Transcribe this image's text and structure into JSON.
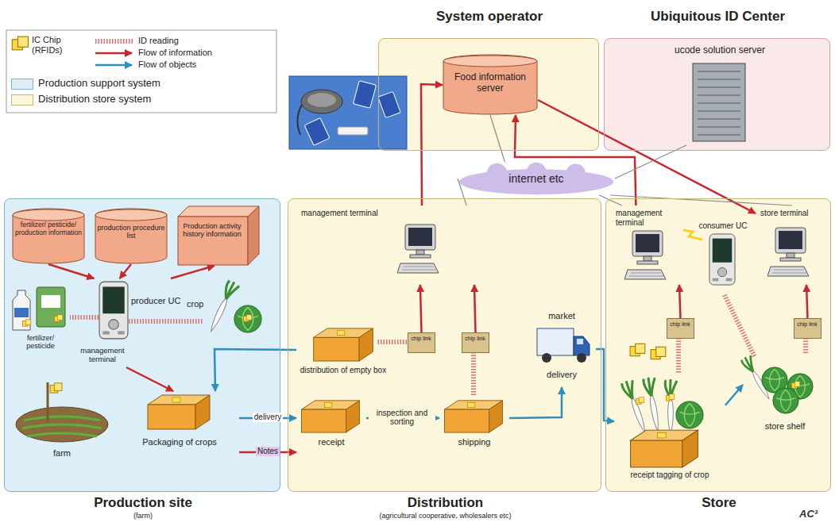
{
  "diagram": {
    "nodes": [
      {
        "text": [
          "System operator"
        ]
      },
      {
        "text": [
          "Food information server"
        ],
        "in": 0
      },
      {
        "text": [
          "Ubiquitous ID Center"
        ]
      },
      {
        "text": [
          "ucode solution server"
        ],
        "in": 2
      },
      {
        "text": [
          "internet etc"
        ]
      },
      {
        "text": [
          "Production site",
          "(farm)"
        ]
      },
      {
        "text": [
          "fertilizer/ pesticide/ production information"
        ],
        "in": 5
      },
      {
        "text": [
          "production procedure list"
        ],
        "in": 5
      },
      {
        "text": [
          "Production activity history information"
        ],
        "in": 5
      },
      {
        "text": [
          "producer UC",
          "management terminal"
        ],
        "in": 5
      },
      {
        "text": [
          "fertilizer/ pesticide"
        ],
        "in": 5
      },
      {
        "text": [
          "crop"
        ],
        "in": 5
      },
      {
        "text": [
          "farm"
        ],
        "in": 5
      },
      {
        "text": [
          "Packaging of crops"
        ],
        "in": 5
      },
      {
        "text": [
          "Distribution",
          "(agricultural cooperative, wholesalers etc)"
        ]
      },
      {
        "text": [
          "management terminal"
        ],
        "in": 14
      },
      {
        "text": [
          "distribution of empty box"
        ],
        "in": 14
      },
      {
        "text": [
          "chip link"
        ],
        "in": 14
      },
      {
        "text": [
          "chip link"
        ],
        "in": 14
      },
      {
        "text": [
          "receipt"
        ],
        "in": 14
      },
      {
        "text": [
          "shipping"
        ],
        "in": 14
      },
      {
        "text": [
          "market",
          "delivery"
        ]
      },
      {
        "text": [
          "Store"
        ]
      },
      {
        "text": [
          "management terminal"
        ],
        "in": 22
      },
      {
        "text": [
          "consumer UC"
        ],
        "in": 22
      },
      {
        "text": [
          "store terminal"
        ],
        "in": 22
      },
      {
        "text": [
          "chip link"
        ],
        "in": 22
      },
      {
        "text": [
          "chip link"
        ],
        "in": 22
      },
      {
        "text": [
          "receipt tagging of crop"
        ],
        "in": 22
      },
      {
        "text": [
          "store shelf"
        ],
        "in": 22
      }
    ],
    "edges": [
      {
        "from": 15,
        "to": 1,
        "arrow": "to"
      },
      {
        "from": 23,
        "to": 1,
        "arrow": "to"
      },
      {
        "from": 1,
        "to": 25,
        "arrow": "to"
      },
      {
        "from": 4,
        "to": 1,
        "arrow": "none"
      },
      {
        "from": 4,
        "to": 3,
        "arrow": "none"
      },
      {
        "from": 4,
        "to": 15,
        "arrow": "none"
      },
      {
        "from": 4,
        "to": 23,
        "arrow": "none"
      },
      {
        "from": 4,
        "to": 25,
        "arrow": "none"
      },
      {
        "from": 6,
        "to": 9,
        "arrow": "to"
      },
      {
        "from": 7,
        "to": 9,
        "arrow": "to"
      },
      {
        "from": 9,
        "to": 8,
        "arrow": "to"
      },
      {
        "from": 9,
        "to": 13,
        "arrow": "to"
      },
      {
        "from": 16,
        "to": 13,
        "arrow": "to"
      },
      {
        "from": 13,
        "to": 19,
        "label": "delivery",
        "arrow": "to"
      },
      {
        "from": 13,
        "to": 19,
        "label": "Notes",
        "arrow": "to"
      },
      {
        "from": 19,
        "to": 20,
        "label": "inspection and sorting",
        "arrow": "to"
      },
      {
        "from": 20,
        "to": 21,
        "arrow": "to"
      },
      {
        "from": 21,
        "to": 28,
        "arrow": "to"
      },
      {
        "from": 28,
        "to": 29,
        "arrow": "to"
      },
      {
        "from": 17,
        "to": 15,
        "arrow": "to"
      },
      {
        "from": 18,
        "to": 15,
        "arrow": "to"
      },
      {
        "from": 26,
        "to": 23,
        "arrow": "to"
      },
      {
        "from": 27,
        "to": 25,
        "arrow": "to"
      }
    ],
    "labels": [
      "AC³"
    ],
    "legend": [
      {
        "text": "IC Chip (RFIDs)"
      },
      {
        "text": "ID reading"
      },
      {
        "text": "Flow of information"
      },
      {
        "text": "Flow of objects"
      },
      {
        "text": "Production support system",
        "color": "#dceef7"
      },
      {
        "text": "Distribution store system",
        "color": "#fbf6dc"
      }
    ]
  }
}
